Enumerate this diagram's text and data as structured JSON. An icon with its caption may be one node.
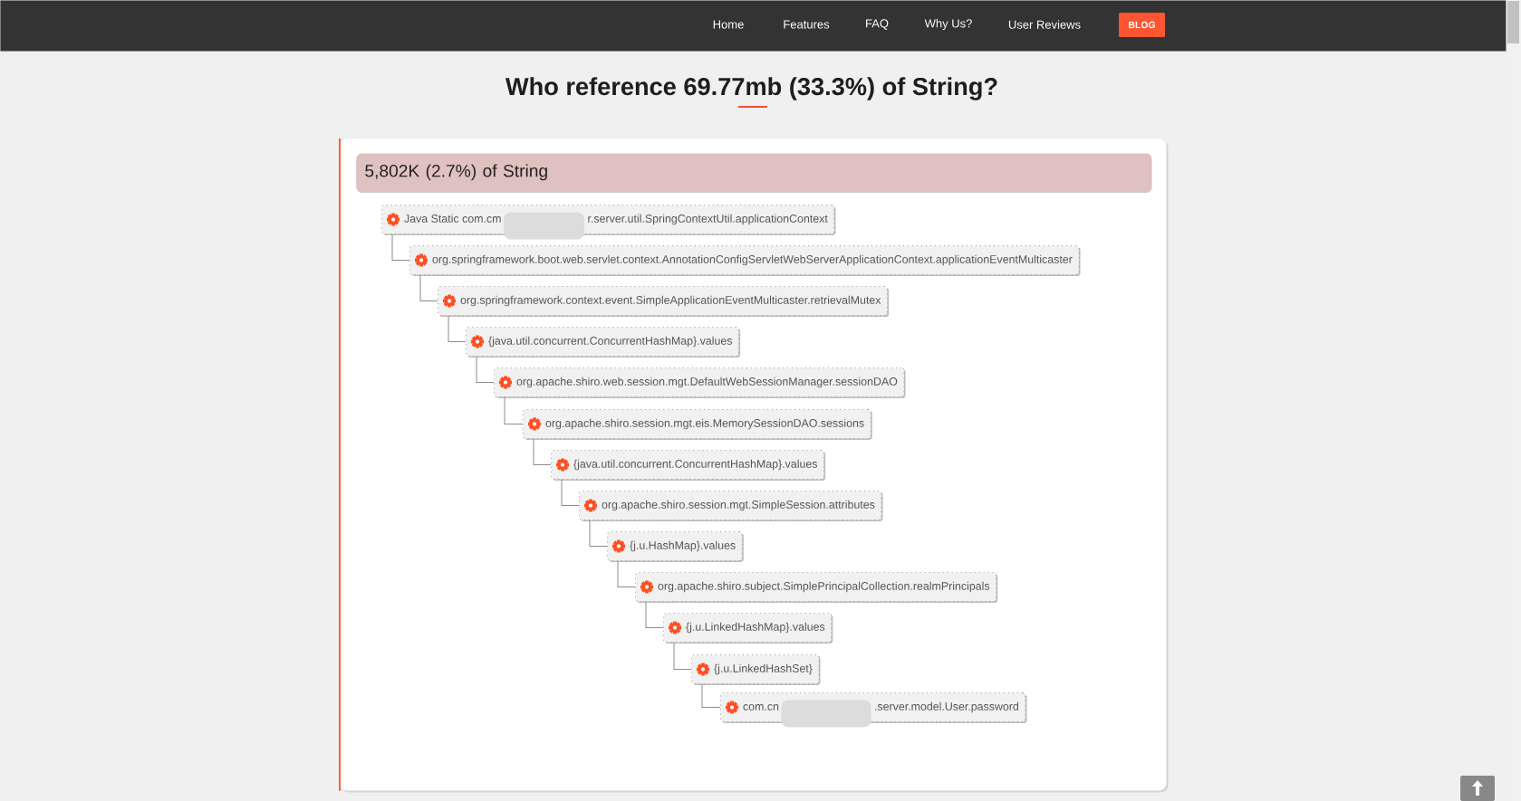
{
  "diagram": {
    "title": "Who reference 69.77mb (33.3%) of String?",
    "nodes": [
      {
        "text": [
          "Home",
          "Features",
          "FAQ",
          "Why Us?",
          "User Reviews"
        ]
      },
      {
        "text": [
          "BLOG"
        ],
        "in": 0
      },
      {
        "text": [],
        "shape": "box"
      },
      {
        "text": [
          "5,802K (2.7%) of String"
        ],
        "in": 2
      },
      {
        "text": [
          "Java Static com.cm",
          "r.server.util.SpringContextUtil.applicationContext"
        ],
        "in": 2
      },
      {
        "text": [
          "org.springframework.boot.web.servlet.context.AnnotationConfigServletWebServerApplicationContext.applicationEventMulticaster"
        ],
        "in": 2
      },
      {
        "text": [
          "org.springframework.context.event.SimpleApplicationEventMulticaster.retrievalMutex"
        ],
        "in": 2
      },
      {
        "text": [
          "{java.util.concurrent.ConcurrentHashMap}.values"
        ],
        "in": 2
      },
      {
        "text": [
          "org.apache.shiro.web.session.mgt.DefaultWebSessionManager.sessionDAO"
        ],
        "in": 2
      },
      {
        "text": [
          "org.apache.shiro.session.mgt.eis.MemorySessionDAO.sessions"
        ],
        "in": 2
      },
      {
        "text": [
          "{java.util.concurrent.ConcurrentHashMap}.values"
        ],
        "in": 2
      },
      {
        "text": [
          "org.apache.shiro.session.mgt.SimpleSession.attributes"
        ],
        "in": 2
      },
      {
        "text": [
          "{j.u.HashMap}.values"
        ],
        "in": 2
      },
      {
        "text": [
          "org.apache.shiro.subject.SimplePrincipalCollection.realmPrincipals"
        ],
        "in": 2
      },
      {
        "text": [
          "{j.u.LinkedHashMap}.values"
        ],
        "in": 2
      },
      {
        "text": [
          "{j.u.LinkedHashSet}"
        ],
        "in": 2
      },
      {
        "text": [
          "com.cn",
          ".server.model.User.password"
        ],
        "in": 2
      }
    ],
    "edges": [
      {
        "from": 4,
        "to": 5,
        "arrow": "none"
      },
      {
        "from": 5,
        "to": 6,
        "arrow": "none"
      },
      {
        "from": 6,
        "to": 7,
        "arrow": "none"
      },
      {
        "from": 7,
        "to": 8,
        "arrow": "none"
      },
      {
        "from": 8,
        "to": 9,
        "arrow": "none"
      },
      {
        "from": 9,
        "to": 10,
        "arrow": "none"
      },
      {
        "from": 10,
        "to": 11,
        "arrow": "none"
      },
      {
        "from": 11,
        "to": 12,
        "arrow": "none"
      },
      {
        "from": 12,
        "to": 13,
        "arrow": "none"
      },
      {
        "from": 13,
        "to": 14,
        "arrow": "none"
      },
      {
        "from": 14,
        "to": 15,
        "arrow": "none"
      },
      {
        "from": 15,
        "to": 16,
        "arrow": "none"
      }
    ]
  }
}
